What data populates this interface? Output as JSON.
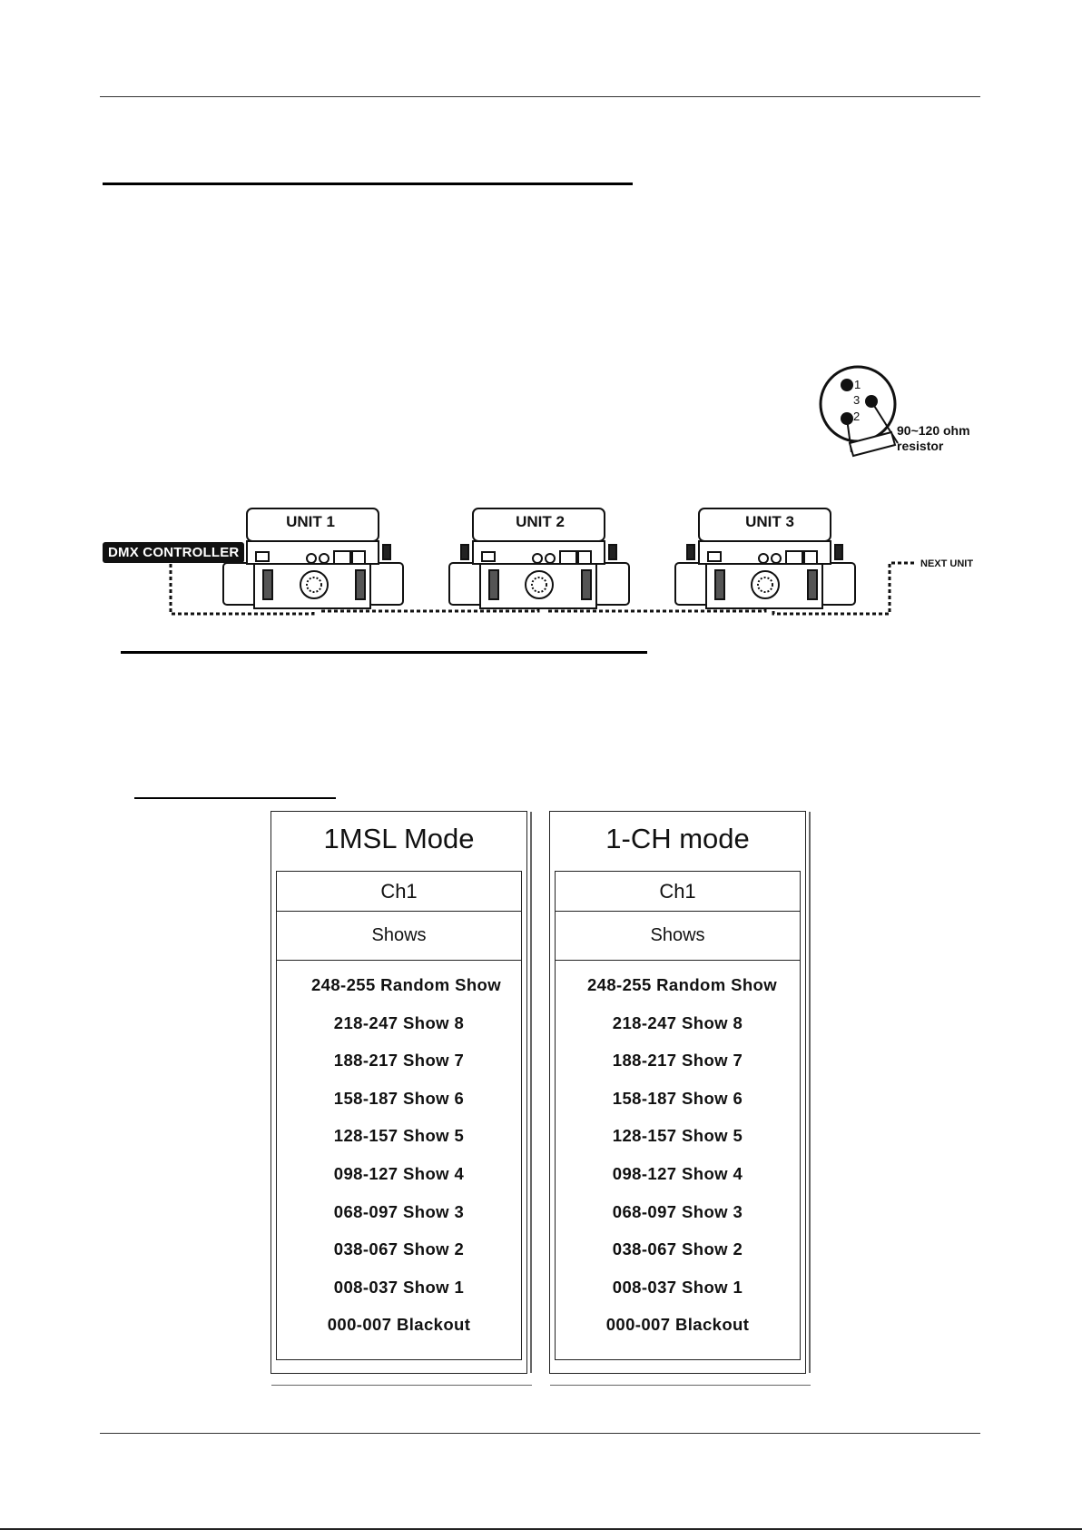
{
  "diagram": {
    "controller_label": "DMX CONTROLLER",
    "units": [
      "UNIT 1",
      "UNIT 2",
      "UNIT 3"
    ],
    "next_unit_label": "NEXT UNIT",
    "connector_pins": [
      "1",
      "3",
      "2"
    ],
    "resistor_label_line1": "90~120 ohm",
    "resistor_label_line2": "resistor"
  },
  "tables": [
    {
      "title": "1MSL Mode",
      "channel": "Ch1",
      "function": "Shows",
      "rows": [
        "248-255 Random Show",
        "218-247 Show 8",
        "188-217 Show 7",
        "158-187 Show 6",
        "128-157 Show 5",
        "098-127 Show 4",
        "068-097 Show 3",
        "038-067 Show 2",
        "008-037 Show 1",
        "000-007 Blackout"
      ]
    },
    {
      "title": "1-CH mode",
      "channel": "Ch1",
      "function": "Shows",
      "rows": [
        "248-255 Random Show",
        "218-247 Show 8",
        "188-217 Show 7",
        "158-187 Show 6",
        "128-157 Show 5",
        "098-127 Show 4",
        "068-097 Show 3",
        "038-067 Show 2",
        "008-037 Show 1",
        "000-007 Blackout"
      ]
    }
  ]
}
